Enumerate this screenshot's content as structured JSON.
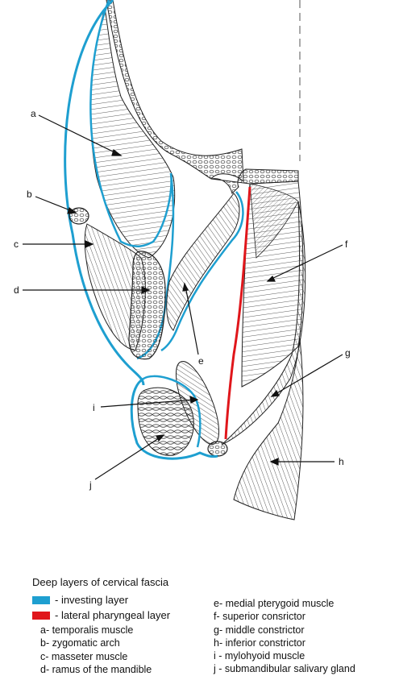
{
  "colors": {
    "investing": "#1e9fd0",
    "investing_outline": "#1b5a86",
    "pharyngeal": "#e0161b",
    "ink": "#222222"
  },
  "labels": {
    "a": "a",
    "b": "b",
    "c": "c",
    "d": "d",
    "e": "e",
    "f": "f",
    "g": "g",
    "h": "h",
    "i": "i",
    "j": "j"
  },
  "legend": {
    "title": "Deep layers of cervical fascia",
    "investing": "- investing layer",
    "pharyngeal": "- lateral pharyngeal layer",
    "left_items": [
      "a- temporalis muscle",
      "b- zygomatic arch",
      "c- masseter muscle",
      "d- ramus of the mandible"
    ],
    "right_items": [
      "e- medial pterygoid muscle",
      "f- superior consrictor",
      "g- middle constrictor",
      "h- inferior constrictor",
      "i - mylohyoid muscle",
      "j - submandibular salivary gland"
    ]
  }
}
